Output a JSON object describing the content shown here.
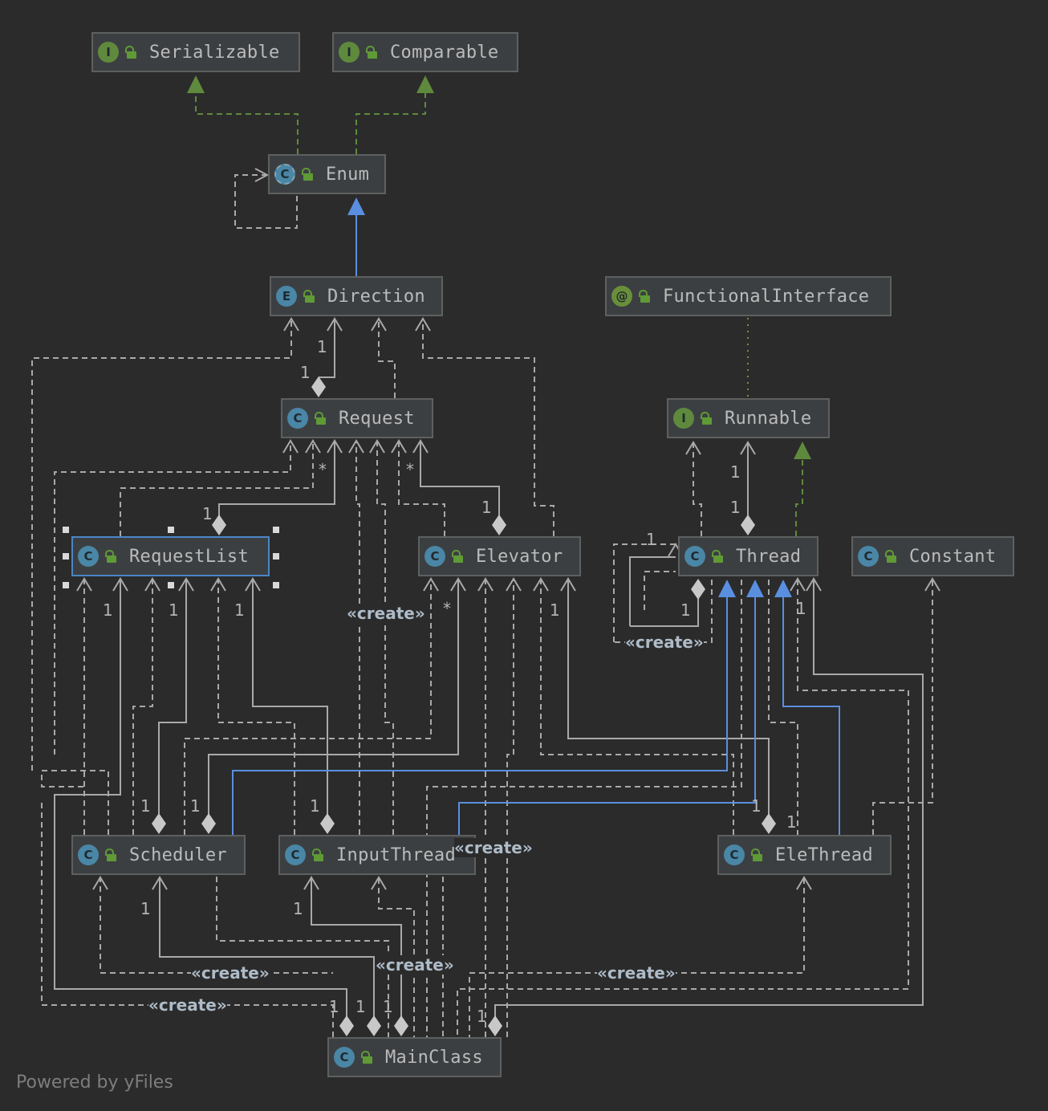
{
  "colors": {
    "background": "#2b2b2b",
    "node_fill": "#3c3f41",
    "node_border": "#5e6060",
    "selected_border": "#4b86c7",
    "interface_badge": "#5f8a3d",
    "class_badge": "#4a86a6",
    "annotation_badge": "#6a8f3a",
    "dependency_line": "#a9a9a9",
    "realization_line": "#5f8a3d",
    "inheritance_line": "#5a8fe0"
  },
  "nodes": [
    {
      "id": "serializable",
      "label": "Serializable",
      "kind": "interface",
      "badge_letter": "I",
      "icon": "interface-icon"
    },
    {
      "id": "comparable",
      "label": "Comparable",
      "kind": "interface",
      "badge_letter": "I",
      "icon": "interface-icon"
    },
    {
      "id": "enum",
      "label": "Enum",
      "kind": "abstract-class",
      "badge_letter": "C",
      "icon": "abstract-class-icon"
    },
    {
      "id": "direction",
      "label": "Direction",
      "kind": "enum",
      "badge_letter": "E",
      "icon": "enum-icon"
    },
    {
      "id": "functionalinterface",
      "label": "FunctionalInterface",
      "kind": "annotation",
      "badge_letter": "@",
      "icon": "annotation-icon"
    },
    {
      "id": "request",
      "label": "Request",
      "kind": "class",
      "badge_letter": "C",
      "icon": "class-icon"
    },
    {
      "id": "runnable",
      "label": "Runnable",
      "kind": "interface",
      "badge_letter": "I",
      "icon": "interface-icon"
    },
    {
      "id": "requestlist",
      "label": "RequestList",
      "kind": "class",
      "badge_letter": "C",
      "icon": "class-icon",
      "selected": true
    },
    {
      "id": "elevator",
      "label": "Elevator",
      "kind": "class",
      "badge_letter": "C",
      "icon": "class-icon"
    },
    {
      "id": "thread",
      "label": "Thread",
      "kind": "class",
      "badge_letter": "C",
      "icon": "class-icon"
    },
    {
      "id": "constant",
      "label": "Constant",
      "kind": "class",
      "badge_letter": "C",
      "icon": "class-icon"
    },
    {
      "id": "scheduler",
      "label": "Scheduler",
      "kind": "class",
      "badge_letter": "C",
      "icon": "class-icon"
    },
    {
      "id": "inputthread",
      "label": "InputThread",
      "kind": "class",
      "badge_letter": "C",
      "icon": "class-icon"
    },
    {
      "id": "elethread",
      "label": "EleThread",
      "kind": "class",
      "badge_letter": "C",
      "icon": "class-icon"
    },
    {
      "id": "mainclass",
      "label": "MainClass",
      "kind": "main-class",
      "badge_letter": "C",
      "icon": "main-class-icon"
    }
  ],
  "edge_labels": {
    "multiplicities": [
      "1",
      "1",
      "*",
      "*",
      "1",
      "1",
      "1",
      "1",
      "1",
      "1",
      "1",
      "1",
      "1",
      "*",
      "1",
      "1",
      "1",
      "1",
      "1",
      "1",
      "1",
      "1",
      "1",
      "1",
      "1",
      "1",
      "1"
    ],
    "create": "«create»"
  },
  "footer": "Powered by yFiles"
}
